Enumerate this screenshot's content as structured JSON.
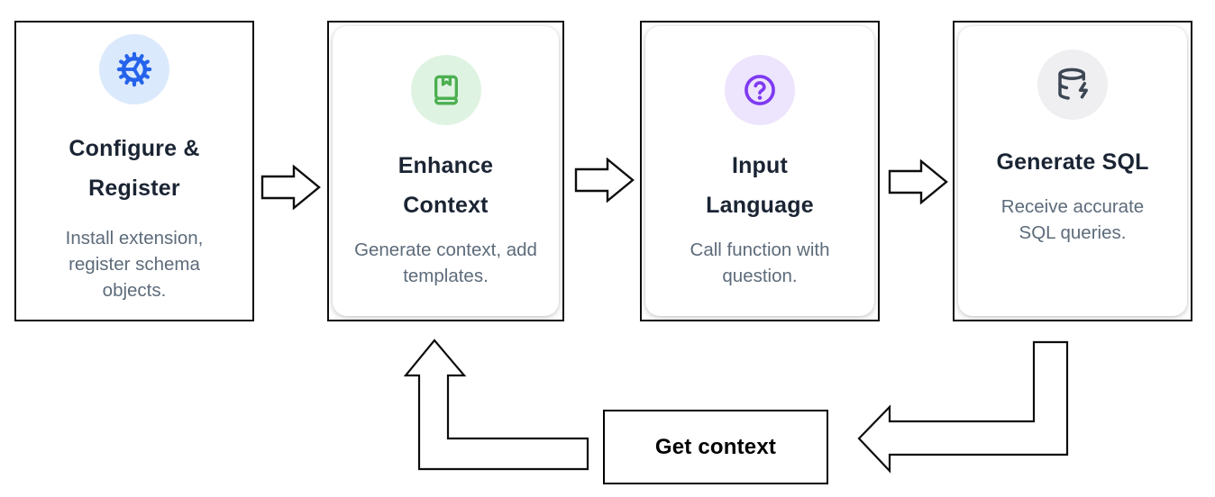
{
  "diagram": {
    "steps": [
      {
        "title_lines": [
          "Configure &",
          "Register"
        ],
        "subtitle": "Install extension, register schema objects.",
        "icon": "gear-icon",
        "icon_color": "#2563eb",
        "icon_bg": "#dbe9fc"
      },
      {
        "title_lines": [
          "Enhance",
          "Context"
        ],
        "subtitle": "Generate context, add templates.",
        "icon": "book-bookmark-icon",
        "icon_color": "#4caf50",
        "icon_bg": "#dff3e2"
      },
      {
        "title_lines": [
          "Input",
          "Language"
        ],
        "subtitle": "Call function with question.",
        "icon": "question-circle-icon",
        "icon_color": "#7e3af2",
        "icon_bg": "#ede4fd"
      },
      {
        "title_lines": [
          "Generate SQL"
        ],
        "subtitle": "Receive accurate SQL queries.",
        "icon": "database-zap-icon",
        "icon_color": "#3d4754",
        "icon_bg": "#efeff1"
      }
    ],
    "loop_label": "Get context",
    "colors": {
      "title_text": "#1a2433",
      "subtitle_text": "#5d6b7a",
      "card_border": "#0d0d0d",
      "arrow_outline": "#0d0d0d",
      "arrow_fill": "#ffffff"
    }
  }
}
